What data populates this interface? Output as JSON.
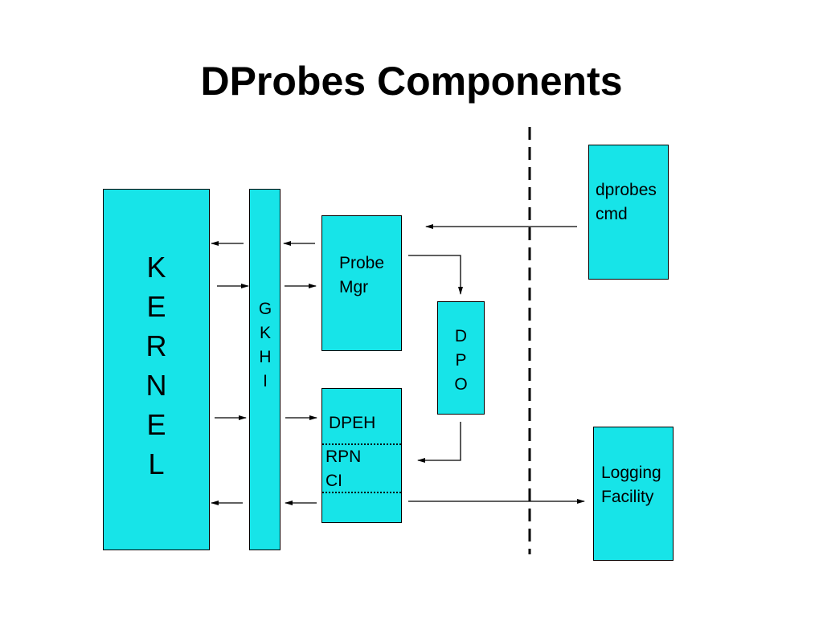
{
  "title": "DProbes Components",
  "colors": {
    "box_fill": "#17e4e8",
    "line": "#000000"
  },
  "components": {
    "kernel": {
      "letters": [
        "K",
        "E",
        "R",
        "N",
        "E",
        "L"
      ]
    },
    "gkhi": {
      "letters": [
        "G",
        "K",
        "H",
        "I"
      ]
    },
    "probe_mgr": {
      "line1": "Probe",
      "line2": "Mgr"
    },
    "dpo": {
      "letters": [
        "D",
        "P",
        "O"
      ]
    },
    "dpeh": {
      "section1": "DPEH",
      "section2_line1": "RPN",
      "section2_line2": "CI"
    },
    "dprobes_cmd": {
      "line1": "dprobes",
      "line2": "cmd"
    },
    "logging": {
      "line1": "Logging",
      "line2": "Facility"
    }
  }
}
